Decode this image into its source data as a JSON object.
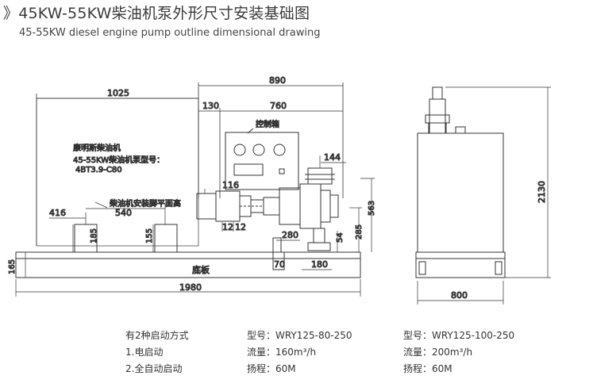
{
  "header": {
    "marker": "》",
    "title": "45KW-55KW柴油机泵外形尺寸安装基础图",
    "subtitle": "45-55KW diesel engine pump outline dimensional drawing"
  },
  "drawing": {
    "engine_label": "康明斯柴油机",
    "model_line_1": "45-55KW柴油机泵型号：",
    "model_line_2": "4BT3.9-C80",
    "foot_label": "柴油机安装脚平面高",
    "control_box_label": "控制箱",
    "base_label": "底板",
    "dims": {
      "d890": "890",
      "d1025": "1025",
      "d130": "130",
      "d760": "760",
      "d144": "144",
      "d116": "116",
      "d416": "416",
      "d540": "540",
      "d563": "563",
      "d285": "285",
      "d185": "185",
      "d155": "155",
      "d12a": "12",
      "d12b": "12",
      "d280": "280",
      "d54": "54",
      "d165": "165",
      "d70": "70",
      "d180": "180",
      "d1980": "1980",
      "d2130": "2130",
      "d800": "800"
    }
  },
  "specs": {
    "start_modes": {
      "heading": "有2种启动方式",
      "mode1": "1.电启动",
      "mode2": "2.全自动启动"
    },
    "pump_a": {
      "model": "型号：WRY125-80-250",
      "flow": "流量：160m³/h",
      "head": "扬程：60M"
    },
    "pump_b": {
      "model": "型号：WRY125-100-250",
      "flow": "流量：200m³/h",
      "head": "扬程：60M"
    }
  }
}
